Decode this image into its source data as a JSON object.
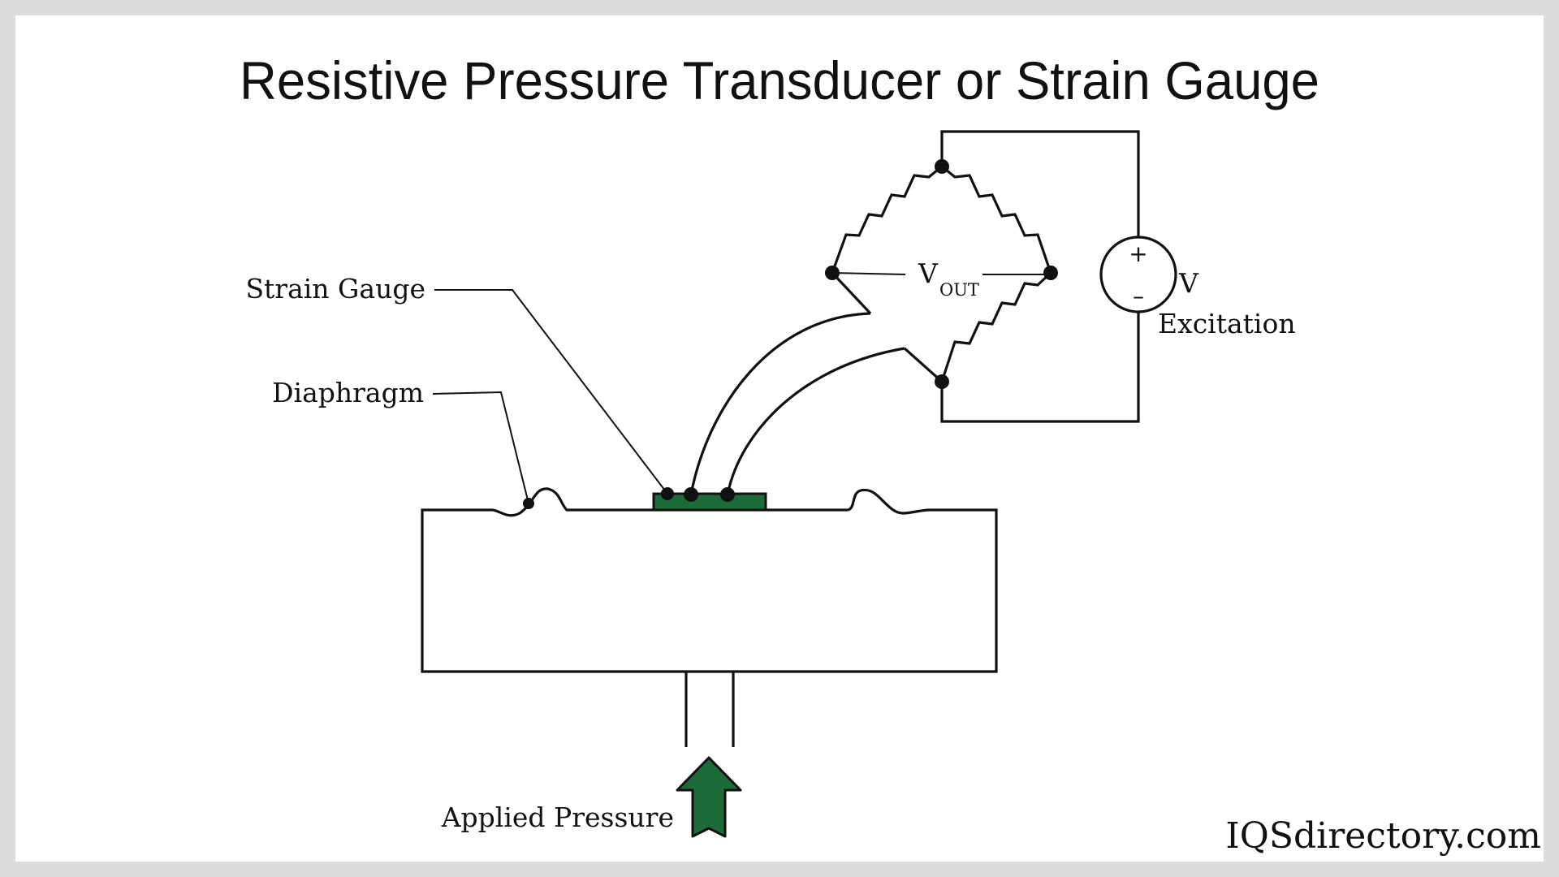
{
  "title": "Resistive Pressure Transducer or Strain Gauge",
  "labels": {
    "strain_gauge": "Strain Gauge",
    "diaphragm": "Diaphragm",
    "applied_pressure": "Applied Pressure",
    "vout_main": "V",
    "vout_sub": "OUT",
    "source_plus": "+",
    "source_minus": "–",
    "excitation_v": "V",
    "excitation": "Excitation"
  },
  "watermark": "IQSdirectory.com",
  "colors": {
    "accent_green": "#1e6b3a",
    "line": "#111111",
    "background": "#ffffff",
    "frame": "#dcdcdc"
  }
}
